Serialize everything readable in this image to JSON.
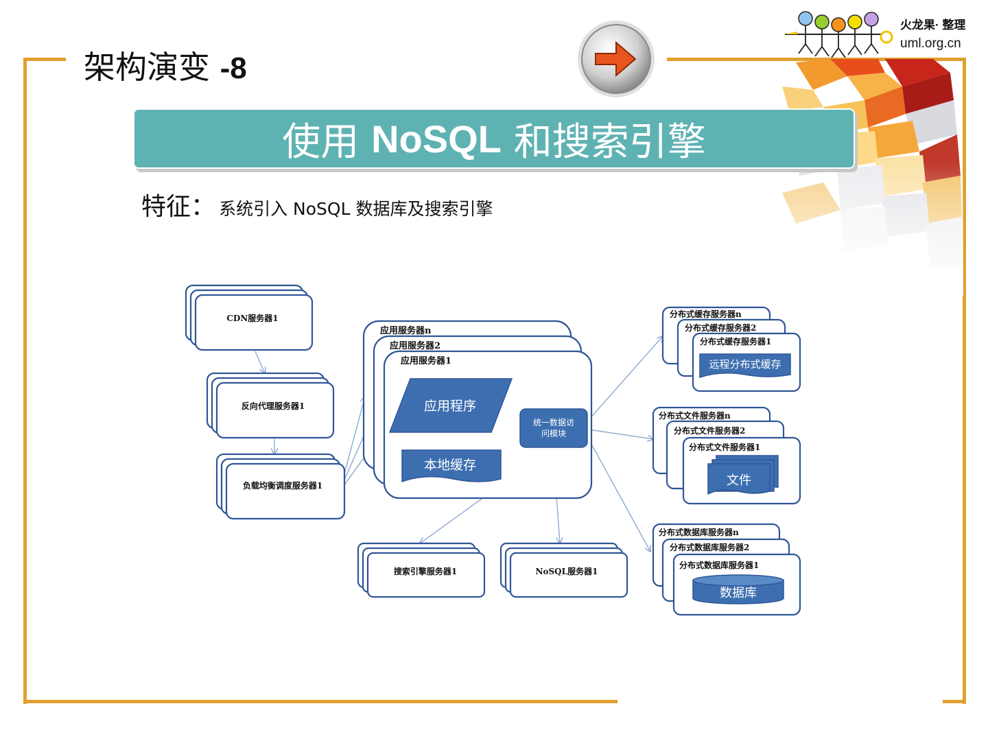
{
  "slide": {
    "title": "架构演变",
    "title_number": "-8",
    "banner_cn_left": "使用",
    "banner_en": "NoSQL",
    "banner_cn_right": "和搜索引擎",
    "feature_label": "特征：",
    "feature_text": "系统引入 NoSQL 数据库及搜索引擎"
  },
  "brand": {
    "name": "火龙果· 整理",
    "url": "uml.org.cn"
  },
  "diagram": {
    "cdn": "CDN服务器1",
    "reverse_proxy": "反向代理服务器1",
    "load_balancer": "负载均衡调度服务器1",
    "app_server_n": "应用服务器n",
    "app_server_2": "应用服务器2",
    "app_server_1": "应用服务器1",
    "application": "应用程序",
    "local_cache": "本地缓存",
    "unified_access_line1": "统一数据访",
    "unified_access_line2": "问模块",
    "search_server": "搜索引擎服务器1",
    "nosql_server": "NoSQL服务器1",
    "cache_n": "分布式缓存服务器n",
    "cache_2": "分布式缓存服务器2",
    "cache_1": "分布式缓存服务器1",
    "remote_cache": "远程分布式缓存",
    "file_n": "分布式文件服务器n",
    "file_2": "分布式文件服务器2",
    "file_1": "分布式文件服务器1",
    "file": "文件",
    "db_n": "分布式数据库服务器n",
    "db_2": "分布式数据库服务器2",
    "db_1": "分布式数据库服务器1",
    "database": "数据库"
  },
  "colors": {
    "frame": "#e0a030",
    "banner": "#5fb2b2",
    "box_stroke": "#2f5597",
    "shape_fill": "#3d6fb0",
    "connector": "#8faad2"
  }
}
